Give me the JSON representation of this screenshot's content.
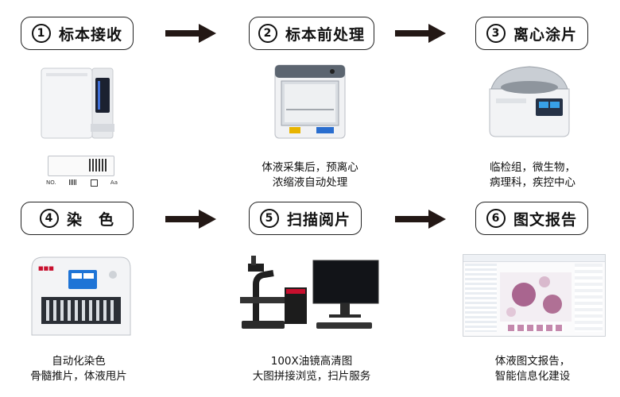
{
  "steps": [
    {
      "num": "1",
      "label": "标本接收"
    },
    {
      "num": "2",
      "label": "标本前处理"
    },
    {
      "num": "3",
      "label": "离心涂片"
    },
    {
      "num": "4",
      "label": "染　色"
    },
    {
      "num": "5",
      "label": "扫描阅片"
    },
    {
      "num": "6",
      "label": "图文报告"
    }
  ],
  "captions": {
    "step2": [
      "体液采集后，预离心",
      "浓缩液自动处理"
    ],
    "step3": [
      "临检组，微生物，",
      "病理科，疾控中心"
    ],
    "step4": [
      "自动化染色",
      "骨髓推片，体液甩片"
    ],
    "step5": [
      "100X油镜高清图",
      "大图拼接浏览，扫片服务"
    ],
    "step6": [
      "体液图文报告，",
      "智能信息化建设"
    ]
  },
  "label_card": {
    "items": [
      "NO.",
      "条码",
      "图",
      "Aa"
    ]
  },
  "colors": {
    "arrow": "#231815",
    "border": "#222222",
    "accent_red": "#c8102e",
    "screen_blue": "#1e74d6",
    "cell_purple": "#a9658f"
  }
}
